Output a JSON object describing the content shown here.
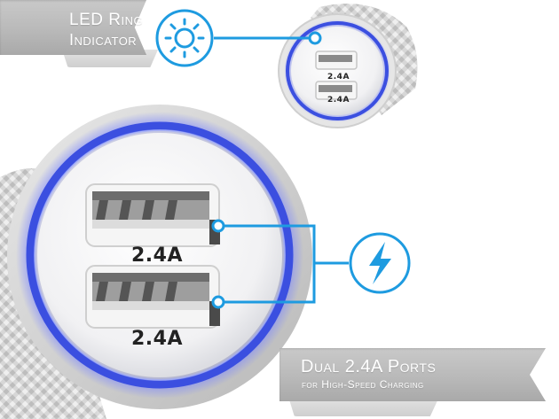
{
  "led_ribbon": {
    "line1": "LED Ring",
    "line2": "Indicator"
  },
  "ports_ribbon": {
    "line1": "Dual 2.4A Ports",
    "line2": "for High-Speed Charging"
  },
  "large_charger": {
    "port_labels": [
      "2.4A",
      "2.4A"
    ]
  },
  "small_charger": {
    "port_labels": [
      "2.4A",
      "2.4A"
    ]
  },
  "icons": {
    "led": "sun-icon",
    "ports": "lightning-bolt-icon"
  },
  "colors": {
    "accent": "#1e9be0",
    "led_ring": "#3b4fe0",
    "ribbon": "#bdbdbd"
  }
}
